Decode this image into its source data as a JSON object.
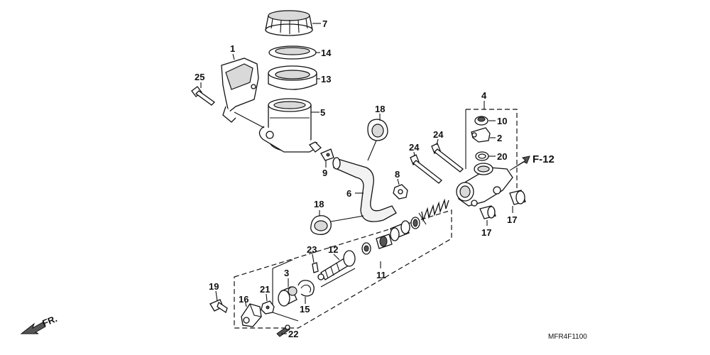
{
  "diagram": {
    "callouts": {
      "c1": "1",
      "c2": "2",
      "c3": "3",
      "c4": "4",
      "c5": "5",
      "c6": "6",
      "c7": "7",
      "c8": "8",
      "c9": "9",
      "c10": "10",
      "c11": "11",
      "c12": "12",
      "c13": "13",
      "c14": "14",
      "c15": "15",
      "c16": "16",
      "c17a": "17",
      "c17b": "17",
      "c18a": "18",
      "c18b": "18",
      "c19": "19",
      "c20": "20",
      "c21": "21",
      "c22": "22",
      "c23": "23",
      "c24a": "24",
      "c24b": "24",
      "c25": "25"
    },
    "section_ref": "F-12",
    "front_label": "FR.",
    "figure_code": "MFR4F1100"
  }
}
